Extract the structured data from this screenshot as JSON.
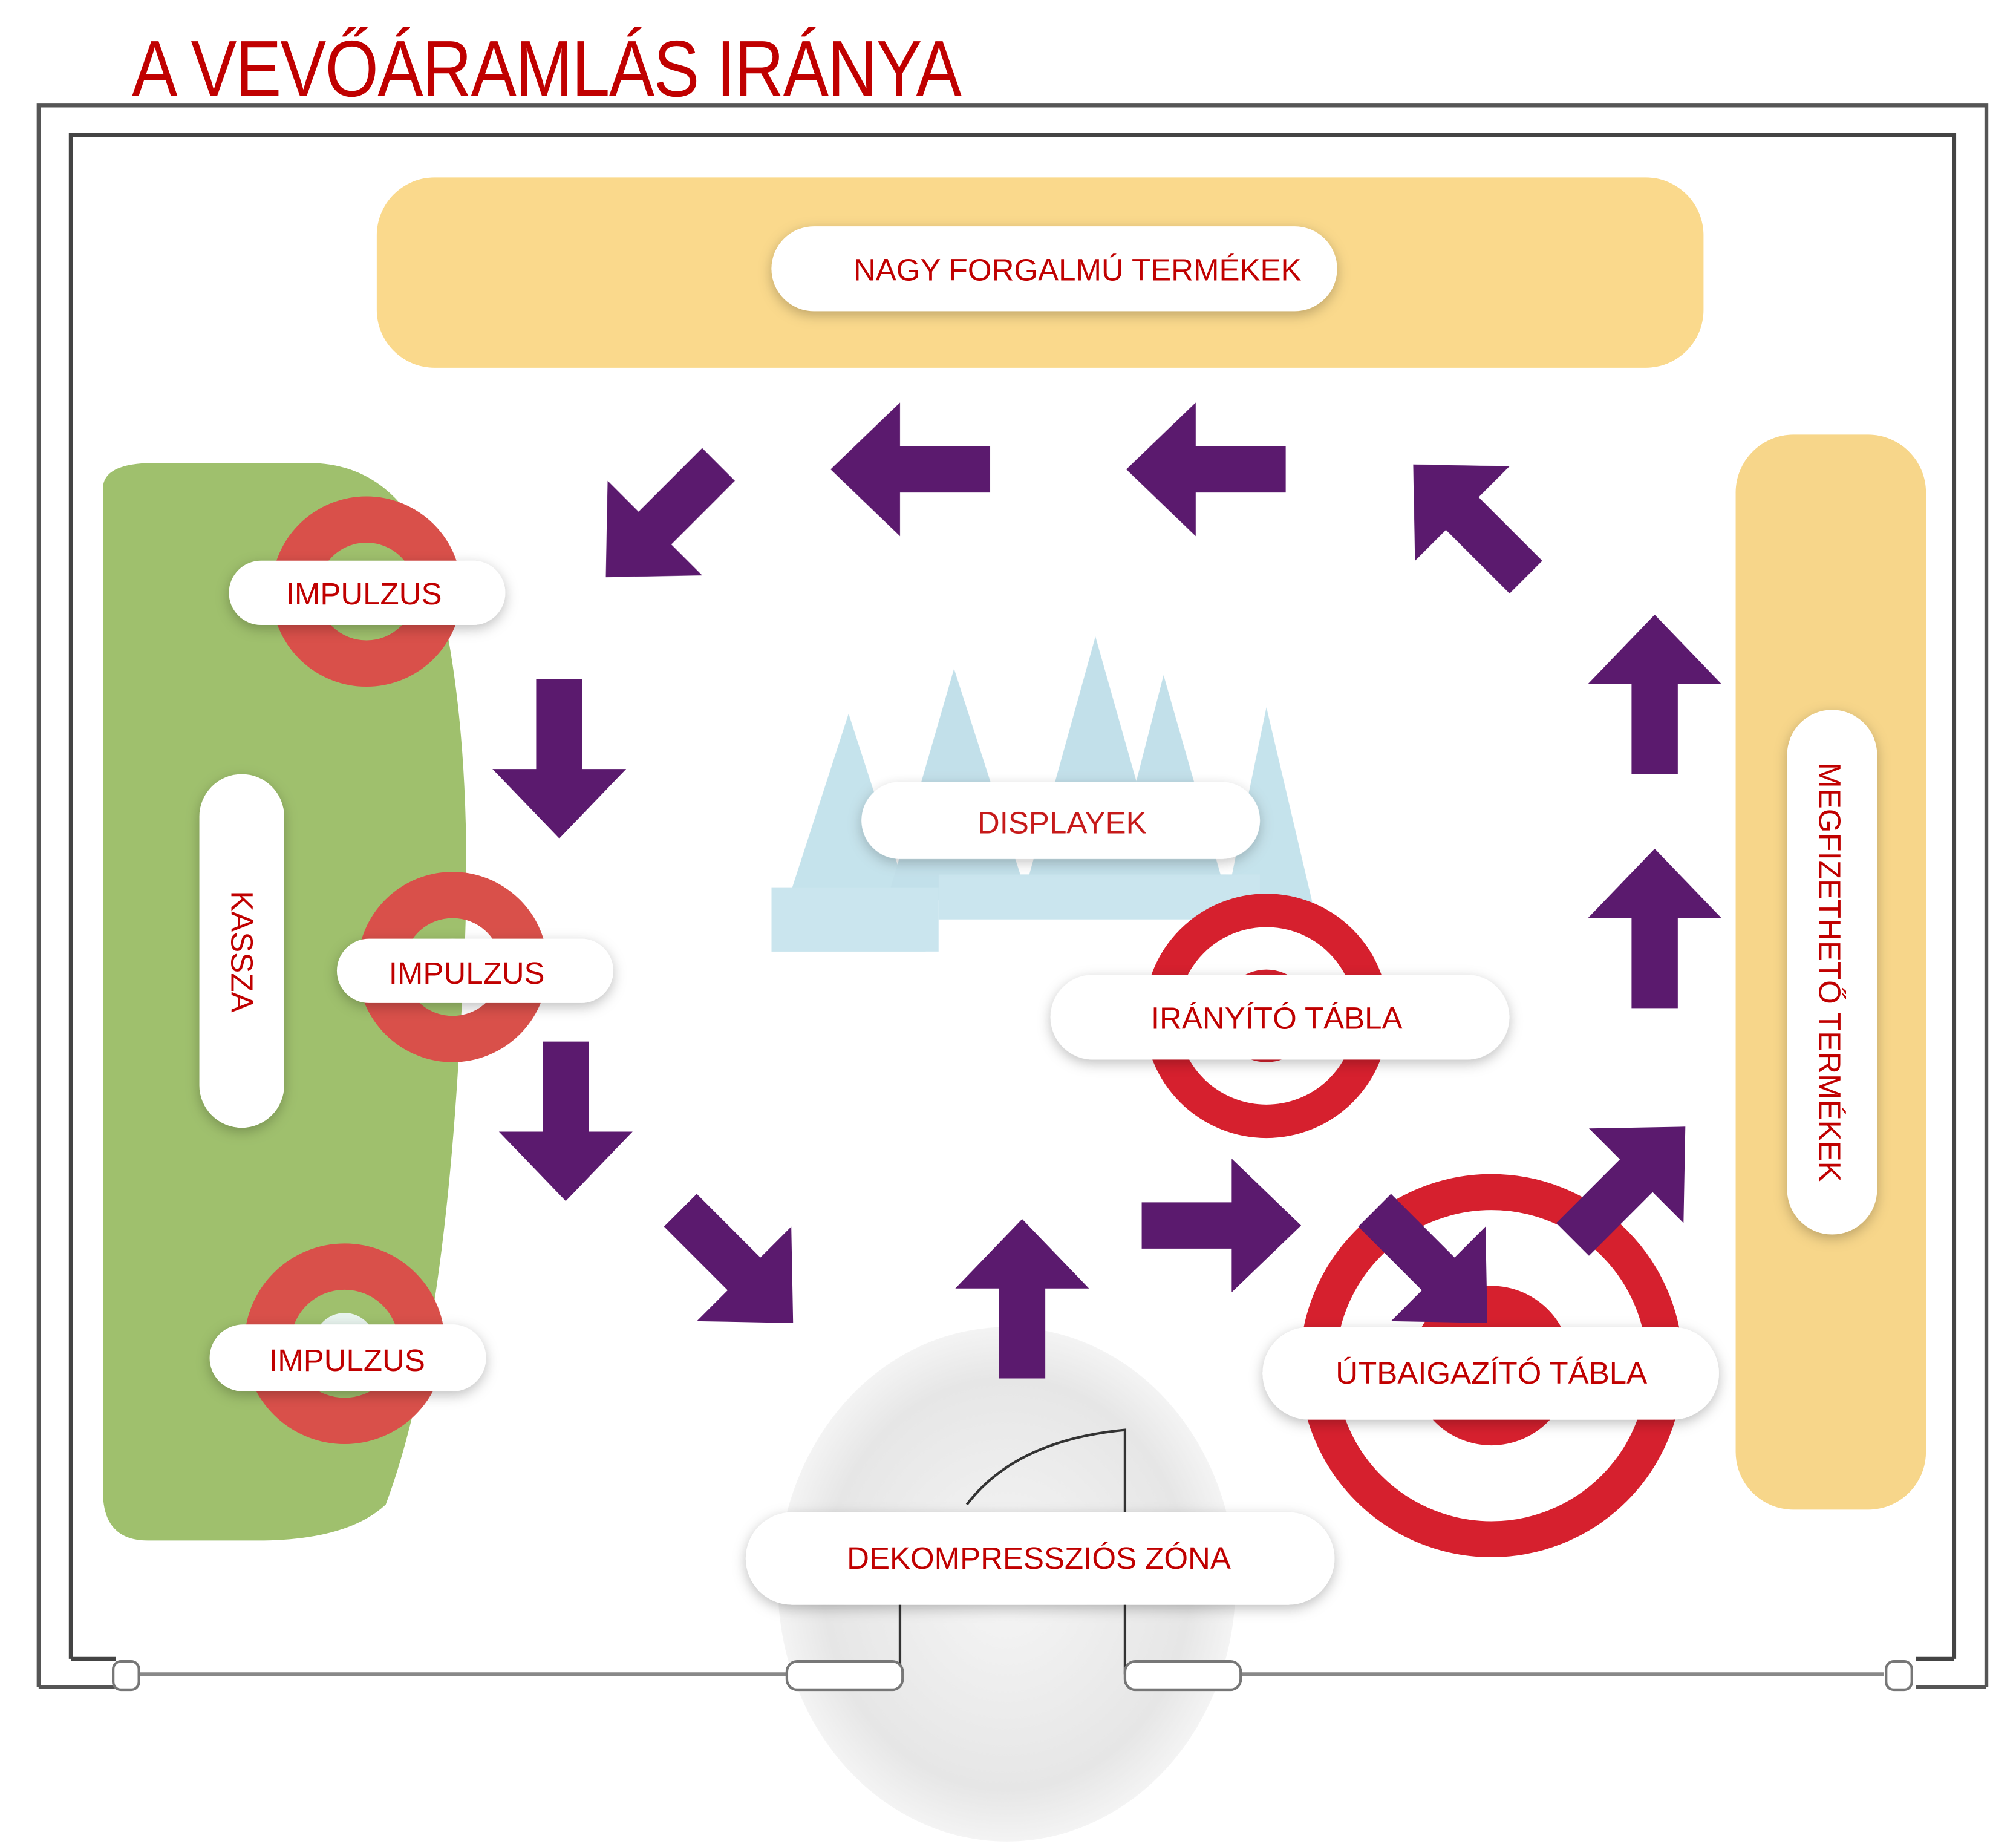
{
  "title": "A VEVŐÁRAMLÁS IRÁNYA",
  "colors": {
    "title": "#c00000",
    "label_text": "#c00000",
    "arrow": "#5b1a6e",
    "high_turnover_zone": "#fad98c",
    "affordable_zone": "#f7d68a",
    "checkout_zone": "#9fc06d",
    "impulse_ring": "#d9504a",
    "sign_ring": "#d6202e",
    "displays": "#bfe0ea",
    "decompression_zone": "#e6e6e6"
  },
  "zones": {
    "high_turnover": "NAGY FORGALMÚ TERMÉKEK",
    "affordable": "MEGFIZETHETŐ TERMÉKEK",
    "checkout": "KASSZA",
    "displays": "DISPLAYEK",
    "decompression": "DEKOMPRESSZIÓS ZÓNA"
  },
  "hotspots": {
    "impulse_top": "IMPULZUS",
    "impulse_middle": "IMPULZUS",
    "impulse_bottom": "IMPULZUS",
    "direction_sign": "IRÁNYÍTÓ TÁBLA",
    "guide_sign": "ÚTBAIGAZÍTÓ TÁBLA"
  },
  "flow_arrows": [
    {
      "id": "a1",
      "direction": "up"
    },
    {
      "id": "a2",
      "direction": "up-right"
    },
    {
      "id": "a3",
      "direction": "right"
    },
    {
      "id": "a4",
      "direction": "down-right"
    },
    {
      "id": "a5",
      "direction": "up-right"
    },
    {
      "id": "a6",
      "direction": "up"
    },
    {
      "id": "a7",
      "direction": "up"
    },
    {
      "id": "a8",
      "direction": "up-left"
    },
    {
      "id": "a9",
      "direction": "left"
    },
    {
      "id": "a10",
      "direction": "left"
    },
    {
      "id": "a11",
      "direction": "down-left"
    },
    {
      "id": "a12",
      "direction": "down"
    },
    {
      "id": "a13",
      "direction": "down"
    },
    {
      "id": "a14",
      "direction": "down-right"
    }
  ]
}
